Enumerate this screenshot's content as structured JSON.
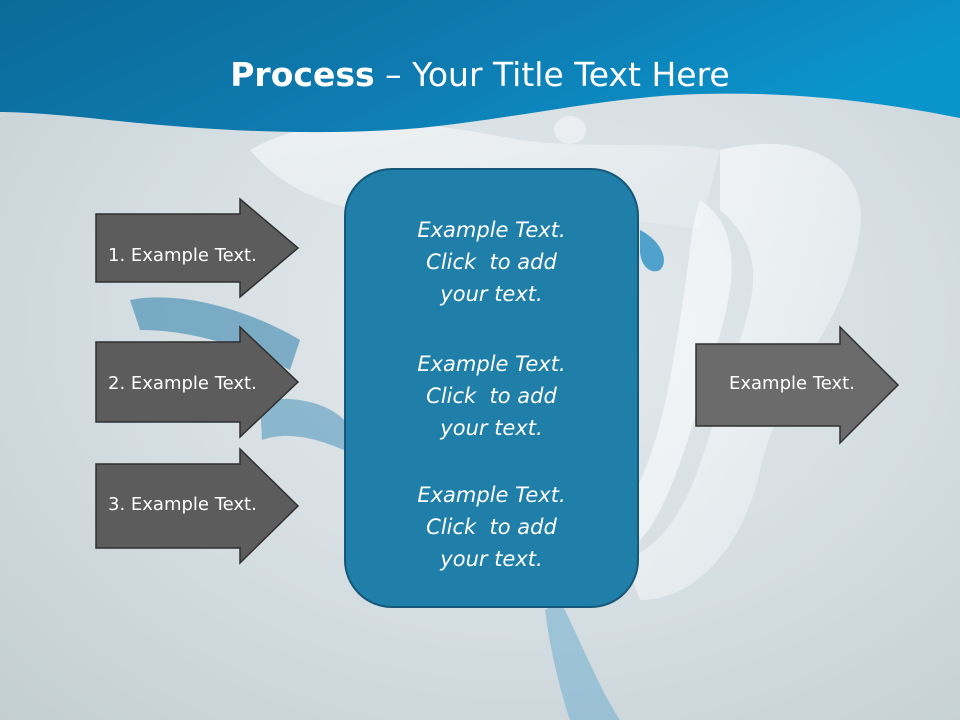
{
  "slide": {
    "title_bold": "Process",
    "title_rest": " – Your Title Text Here",
    "inputs": [
      {
        "label": "1. Example Text."
      },
      {
        "label": "2. Example Text."
      },
      {
        "label": "3. Example Text."
      }
    ],
    "center_box": {
      "paragraphs": [
        {
          "lines": [
            "Example Text.",
            "Click  to add",
            "your text."
          ]
        },
        {
          "lines": [
            "Example Text.",
            "Click  to add",
            "your text."
          ]
        },
        {
          "lines": [
            "Example Text.",
            "Click  to add",
            "your text."
          ]
        }
      ]
    },
    "output": {
      "label": "Example Text."
    }
  },
  "colors": {
    "banner": "#0e7fb3",
    "arrow_fill_dark": "#5a5a5a",
    "arrow_fill_light": "#6d6d6d",
    "box_fill": "#1f7fa8",
    "box_border": "#16587a"
  }
}
